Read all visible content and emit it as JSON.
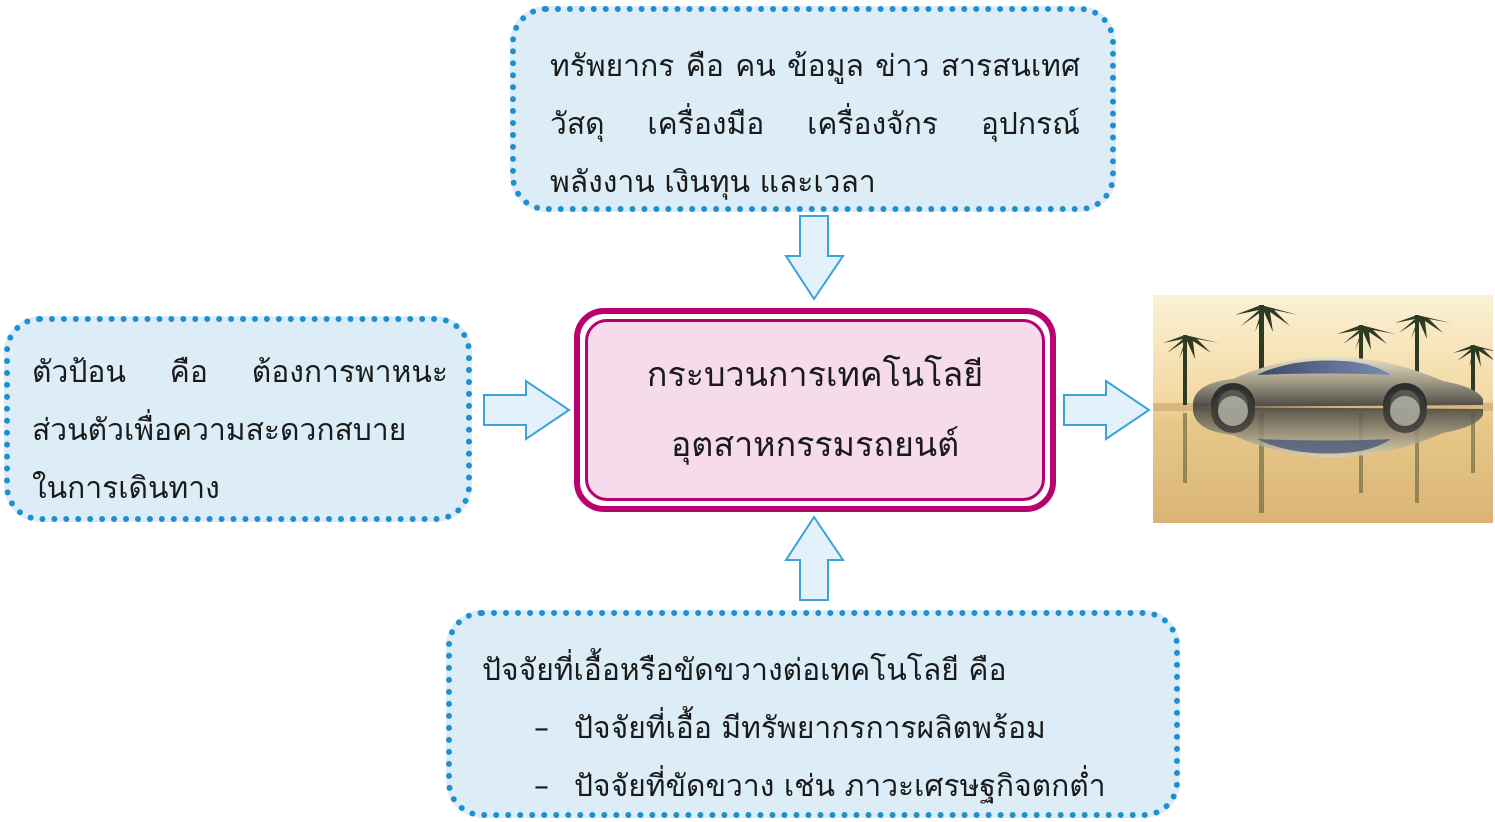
{
  "resources": {
    "lines": [
      "ทรัพยากร คือ คน ข้อมูล ข่าว สารสนเทศ",
      "วัสดุ เครื่องมือ เครื่องจักร อุปกรณ์",
      "พลังงาน เงินทุน และเวลา"
    ]
  },
  "input": {
    "lines": [
      "ตัวป้อน คือ ต้องการพาหนะ",
      "ส่วนตัวเพื่อความสะดวกสบาย",
      "ในการเดินทาง"
    ]
  },
  "process": {
    "line1": "กระบวนการเทคโนโลยี",
    "line2": "อุตสาหกรรมรถยนต์"
  },
  "factors": {
    "heading": "ปัจจัยที่เอื้อหรือขัดขวางต่อเทคโนโลยี คือ",
    "items": [
      {
        "bullet": "–",
        "text": "ปัจจัยที่เอื้อ มีทรัพยากรการผลิตพร้อม"
      },
      {
        "bullet": "–",
        "text": "ปัจจัยที่ขัดขวาง เช่น ภาวะเศรษฐกิจตกต่ำ"
      }
    ]
  },
  "colors": {
    "box_fill": "#dcedf8",
    "box_dots": "#1f8fd0",
    "process_border": "#b8006e",
    "process_fill": "#f6dcea",
    "arrow_fill": "#e3f1fb",
    "arrow_stroke": "#3aa3dc"
  },
  "output": {
    "image": "concept-car-photo"
  }
}
